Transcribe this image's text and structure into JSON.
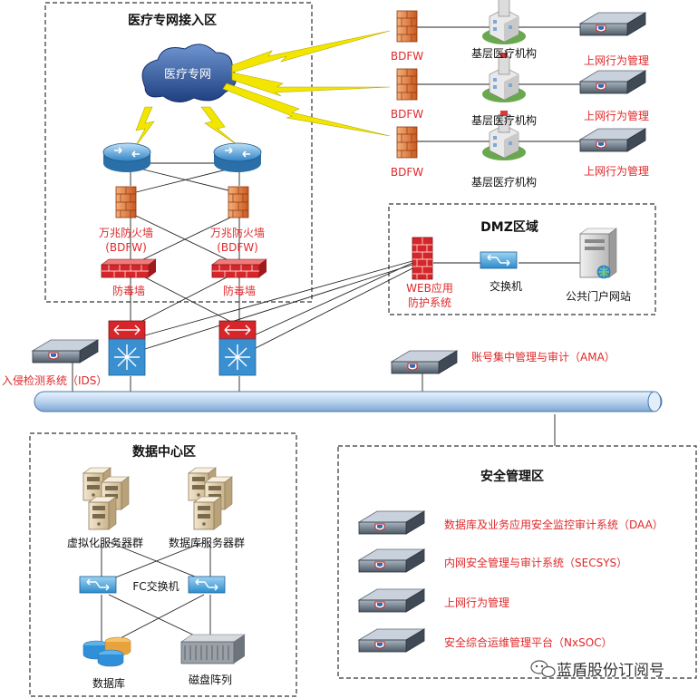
{
  "regions": {
    "medical_access": "医疗专网接入区",
    "dmz": "DMZ区域",
    "datacenter": "数据中心区",
    "security_mgmt": "安全管理区"
  },
  "cloud_label": "医疗专网",
  "access": {
    "fw_label": "万兆防火墙",
    "fw_sub": "(BDFW)",
    "av_label": "防毒墙"
  },
  "branches": [
    {
      "fw": "BDFW",
      "site": "基层医疗机构",
      "audit": "上网行为管理"
    },
    {
      "fw": "BDFW",
      "site": "基层医疗机构",
      "audit": "上网行为管理"
    },
    {
      "fw": "BDFW",
      "site": "基层医疗机构",
      "audit": "上网行为管理"
    }
  ],
  "dmz_items": {
    "waf_line1": "WEB应用",
    "waf_line2": "防护系统",
    "switch": "交换机",
    "portal": "公共门户网站"
  },
  "core": {
    "ids": "入侵检测系统（IDS）",
    "ama": "账号集中管理与审计（AMA）"
  },
  "datacenter_items": {
    "virt_servers": "虚拟化服务器群",
    "db_servers": "数据库服务器群",
    "fc_switch": "FC交换机",
    "database": "数据库",
    "disk_array": "磁盘阵列"
  },
  "security_items": [
    "数据库及业务应用安全监控审计系统（DAA）",
    "内网安全管理与审计系统（SECSYS）",
    "上网行为管理",
    "安全综合运维管理平台（NxSOC）"
  ],
  "watermark": "蓝盾股份订阅号",
  "colors": {
    "red_text": "#e0282a",
    "region_border": "#333333",
    "bus": "#b9d3ef",
    "router": "#5aa0d8",
    "firewall": "#e07a3a",
    "av_wall": "#d7262a",
    "core_red": "#d7262a",
    "core_blue": "#3a8fd0",
    "lightning": "#f2e600"
  }
}
